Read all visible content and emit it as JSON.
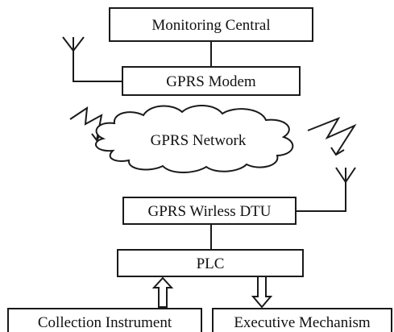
{
  "diagram": {
    "nodes": {
      "monitoring_central": "Monitoring Central",
      "gprs_modem": "GPRS Modem",
      "gprs_network": "GPRS Network",
      "gprs_dtu": "GPRS Wirless DTU",
      "plc": "PLC",
      "collection_instrument": "Collection Instrument",
      "executive_mechanism": "Executive Mechanism"
    },
    "edges": [
      {
        "from": "monitoring_central",
        "to": "gprs_modem",
        "style": "line"
      },
      {
        "from": "gprs_modem",
        "to": "gprs_network",
        "style": "wireless"
      },
      {
        "from": "gprs_network",
        "to": "gprs_dtu",
        "style": "wireless"
      },
      {
        "from": "gprs_dtu",
        "to": "plc",
        "style": "line"
      },
      {
        "from": "collection_instrument",
        "to": "plc",
        "style": "hollow-arrow"
      },
      {
        "from": "plc",
        "to": "executive_mechanism",
        "style": "hollow-arrow"
      }
    ],
    "icons": [
      "antenna-icon",
      "antenna-icon",
      "lightning-icon",
      "lightning-icon",
      "cloud-icon"
    ],
    "colors": {
      "stroke": "#1a1a1a",
      "fill": "#ffffff",
      "text": "#111111"
    }
  }
}
